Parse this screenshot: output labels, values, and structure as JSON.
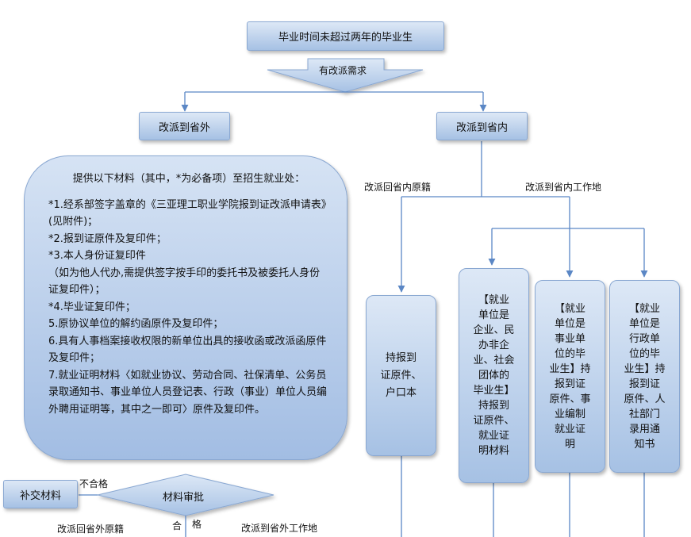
{
  "nodes": {
    "top": "毕业时间未超过两年的毕业生",
    "demand": "有改派需求",
    "outside": "改派到省外",
    "inside": "改派到省内",
    "hukou": "持报到\n证原件、\n户口本",
    "enterprise": "【就业\n单位是\n企业、民\n办非企\n业、社会\n团体的\n毕业生】\n持报到\n证原件、\n就业证\n明材料",
    "institution": "【就业\n单位是\n事业单\n位的毕\n业生】持\n报到证\n原件、事\n业编制\n就业证\n明",
    "government": "【就业\n单位是\n行政单\n位的毕\n业生】持\n报到证\n原件、人\n社部门\n录用通\n知书",
    "supplement": "补交材料",
    "review": "材料审批"
  },
  "materials": {
    "heading": "提供以下材料（其中，*为必备项）至招生就业处：",
    "items": [
      "*1.经系部签字盖章的《三亚理工职业学院报到证改派申请表》(见附件)；",
      "*2.报到证原件及复印件；",
      "*3.本人身份证复印件",
      "（如为他人代办,需提供签字按手印的委托书及被委托人身份证复印件）；",
      "*4.毕业证复印件；",
      "5.原协议单位的解约函原件及复印件；",
      "6.具有人事档案接收权限的新单位出具的接收函或改派函原件及复印件；",
      "7.就业证明材料〈如就业协议、劳动合同、社保清单、公务员录取通知书、事业单位人员登记表、行政（事业）单位人员编外聘用证明等，其中之一即可〉原件及复印件。"
    ]
  },
  "labels": {
    "back_home": "改派回省内原籍",
    "work_in_province": "改派到省内工作地",
    "fail": "不合格",
    "pass_1": "合",
    "pass_2": "格",
    "back_outside": "改派回省外原籍",
    "work_outside": "改派到省外工作地"
  },
  "colors": {
    "line": "#5b87c5",
    "box_top": "#dde8f6",
    "box_bottom": "#a6c1e4",
    "border": "#8aa8d2"
  }
}
